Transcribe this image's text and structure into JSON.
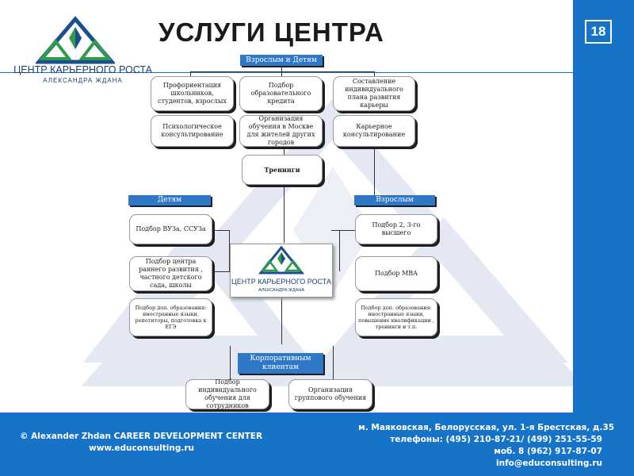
{
  "slide": {
    "title": "УСЛУГИ ЦЕНТРА",
    "page_number": "18",
    "logo_line1": "ЦЕНТР КАРЬЕРНОГО РОСТА",
    "logo_line2": "АЛЕКСАНДРА ЖДАНА"
  },
  "tags": {
    "adults_children": "Взрослым и Детям",
    "children": "Детям",
    "adults": "Взрослым",
    "corporate": "Корпоративным клиентам"
  },
  "boxes": {
    "prof": "Профориентация школьников, студентов, взрослых",
    "credit": "Подбор образовательного кредита",
    "plan": "Составление индивидуального плана развития карьеры",
    "psych": "Психологическое консультирование",
    "moscow": "Организация обучения в Москве для жителей других городов",
    "career": "Карьерное консультирование",
    "trainings": "Тренинги",
    "vuz": "Подбор ВУЗа, ССУЗа",
    "early": "Подбор центра раннего развития , частного детского сада, школы",
    "extra_kids": "Подбор доп. образования: иностранные языки, репетиторы, подготовка к ЕГЭ",
    "second_degree": "Подбор 2, 3-го высшего",
    "mba": "Подбор MBA",
    "extra_adults": "Подбор доп. образования: иностранные языки, повышение квалификации , тренинги и т.п.",
    "individual": "Подбор индивидуального обучения для сотрудников",
    "group": "Организация группового обучения"
  },
  "footer": {
    "copyright": "© Alexander Zhdan CAREER DEVELOPMENT CENTER",
    "website": "www.educonsulting.ru",
    "address": "м. Маяковская, Белорусская, ул. 1-я Брестская, д.35",
    "phones": "телефоны: (495) 210-87-21/ (499) 251-55-59",
    "mobile": "моб. 8 (962) 917-87-07",
    "email": "info@educonsulting.ru"
  },
  "colors": {
    "accent": "#1673c8",
    "logo_green": "#2e9d4a",
    "logo_blue": "#1c4f8f",
    "watermark": "#e4e9f3"
  }
}
